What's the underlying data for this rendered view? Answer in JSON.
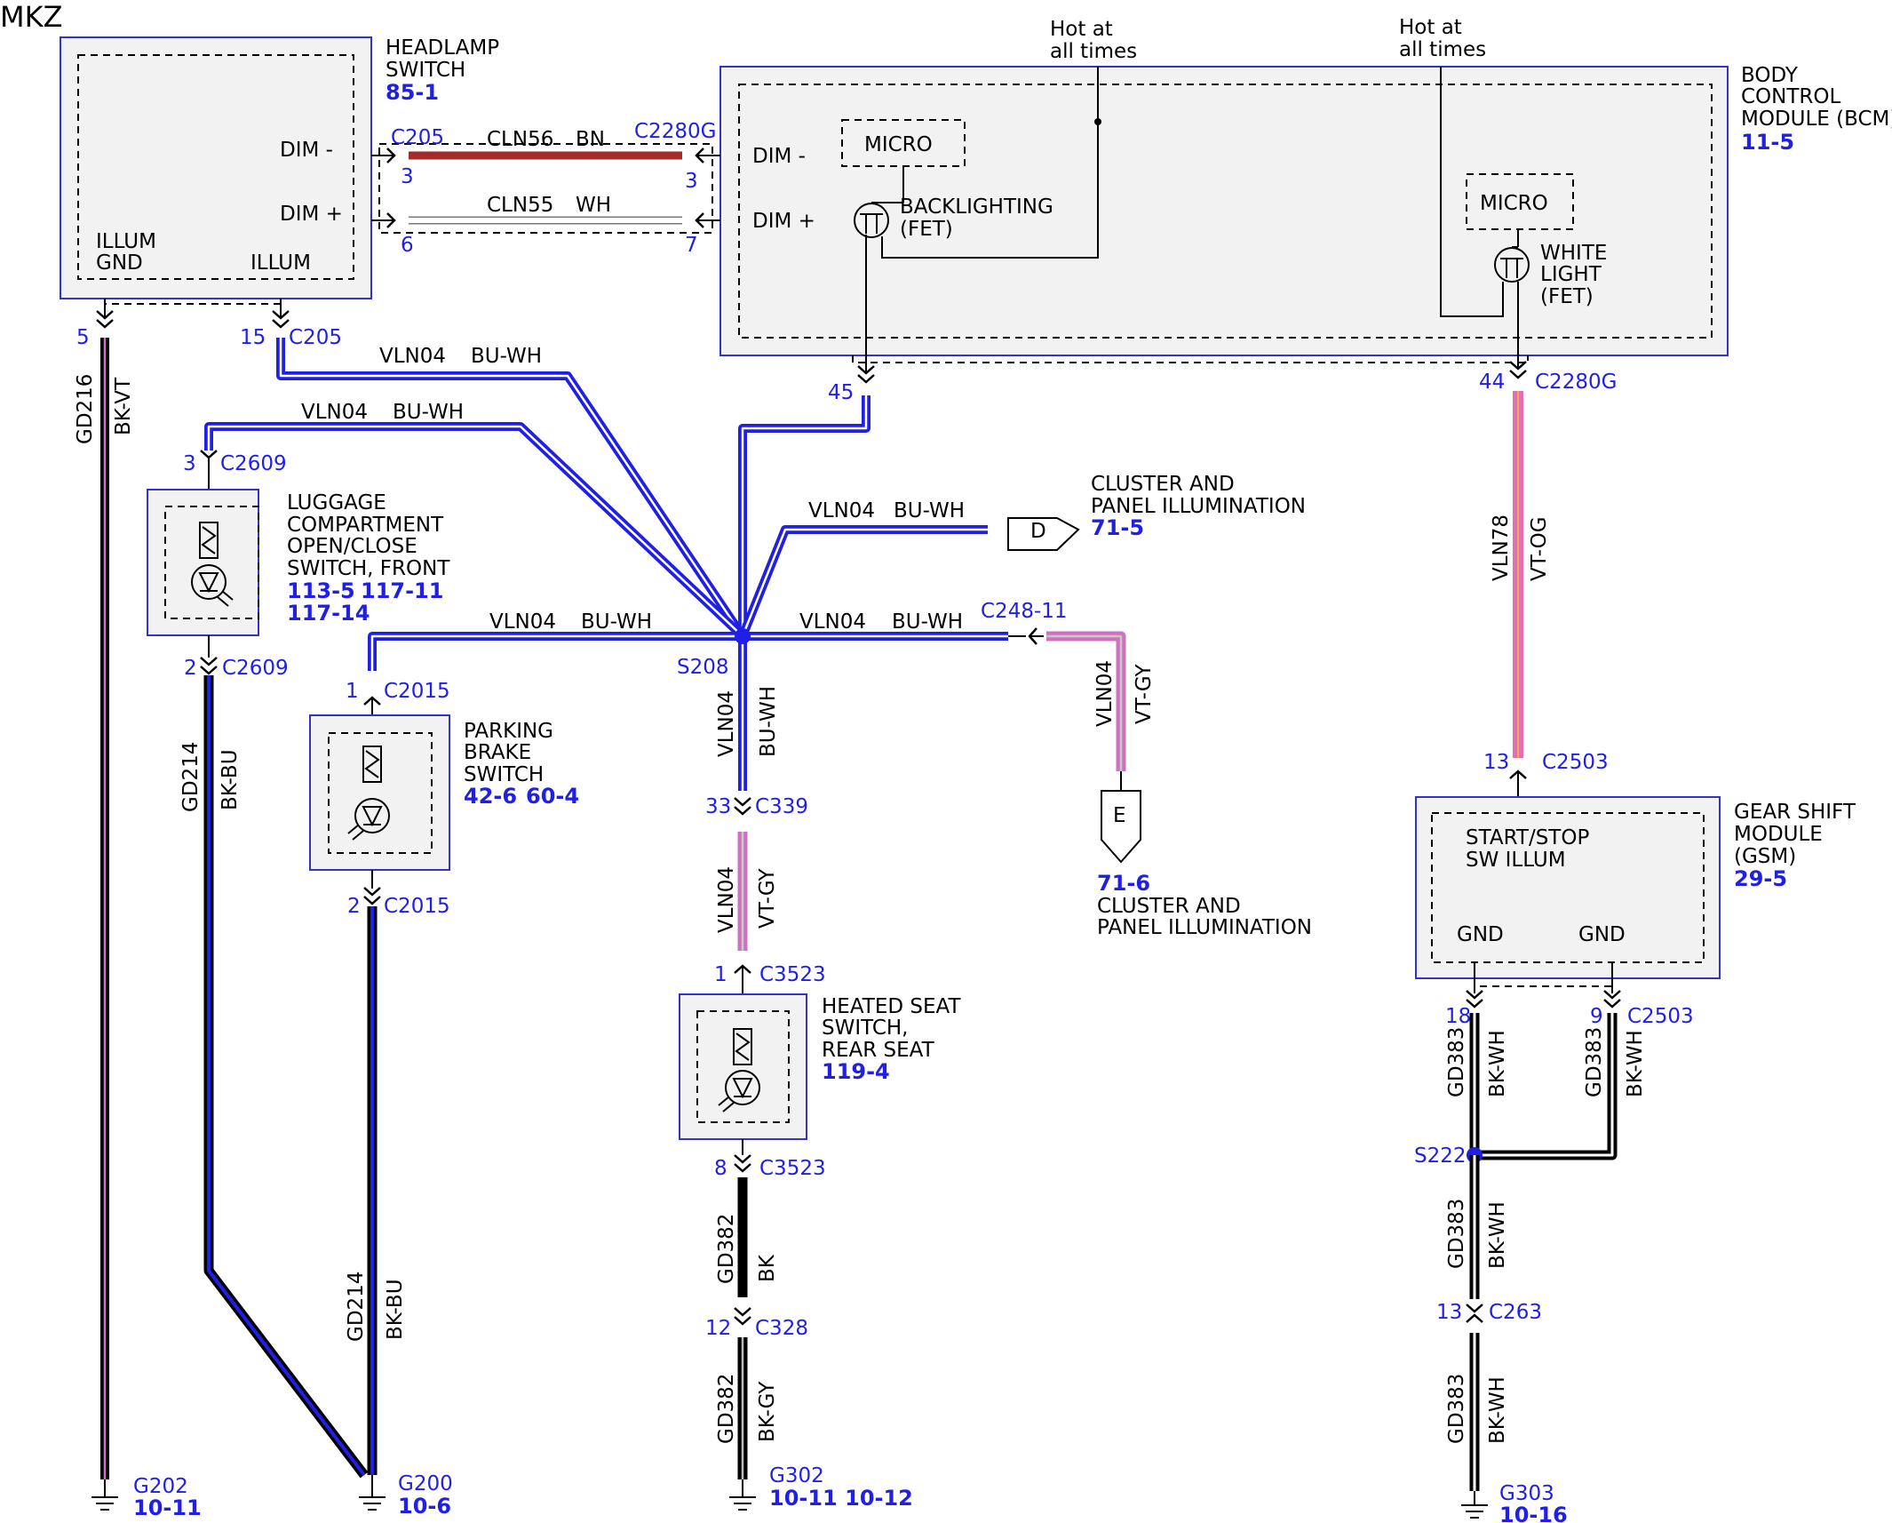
{
  "title": "MKZ",
  "colors": {
    "accent_blue": "#1f1fe6",
    "wire_brown": "#a52a2a",
    "wire_violet_gray": "#d070c0",
    "wire_violet_orange": "#e070b0",
    "box_fill": "#f2f2f2"
  },
  "hot_labels": {
    "line1": "Hot at",
    "line2": "all times"
  },
  "headlamp_switch": {
    "name_line1": "HEADLAMP",
    "name_line2": "SWITCH",
    "ref": "85-1",
    "dim_minus": "DIM -",
    "dim_plus": "DIM +",
    "illum_gnd_line1": "ILLUM",
    "illum_gnd_line2": "GND",
    "illum": "ILLUM"
  },
  "bcm": {
    "name_line1": "BODY",
    "name_line2": "CONTROL",
    "name_line3": "MODULE (BCM)",
    "ref": "11-5",
    "dim_minus": "DIM -",
    "dim_plus": "DIM +",
    "micro": "MICRO",
    "backlighting_line1": "BACKLIGHTING",
    "backlighting_line2": "(FET)",
    "white_light_line1": "WHITE",
    "white_light_line2": "LIGHT",
    "white_light_line3": "(FET)"
  },
  "wires": {
    "cln56": "CLN56",
    "bn": "BN",
    "cln55": "CLN55",
    "wh": "WH",
    "vln04": "VLN04",
    "bu_wh": "BU-WH",
    "vt_gy": "VT-GY",
    "vln78": "VLN78",
    "vt_og": "VT-OG",
    "gd216": "GD216",
    "bk_vt": "BK-VT",
    "gd214": "GD214",
    "bk_bu": "BK-BU",
    "gd382": "GD382",
    "bk": "BK",
    "bk_gy": "BK-GY",
    "gd383": "GD383",
    "bk_wh": "BK-WH"
  },
  "connectors": {
    "c205": "C205",
    "c2280g": "C2280G",
    "c2609": "C2609",
    "c2015": "C2015",
    "c339": "C339",
    "c3523": "C3523",
    "c328": "C328",
    "c248_11": "C248-11",
    "c2503": "C2503",
    "c263": "C263"
  },
  "pins": {
    "p3": "3",
    "p6": "6",
    "p7": "7",
    "p5": "5",
    "p15": "15",
    "p45": "45",
    "p44": "44",
    "p1": "1",
    "p2": "2",
    "p33": "33",
    "p8": "8",
    "p12": "12",
    "p13": "13",
    "p18": "18",
    "p9": "9"
  },
  "splices": {
    "s208": "S208",
    "s222": "S222"
  },
  "luggage_switch": {
    "line1": "LUGGAGE",
    "line2": "COMPARTMENT",
    "line3": "OPEN/CLOSE",
    "line4": "SWITCH, FRONT",
    "ref1": "113-5",
    "ref2": "117-11",
    "ref3": "117-14"
  },
  "parking_brake": {
    "line1": "PARKING",
    "line2": "BRAKE",
    "line3": "SWITCH",
    "ref1": "42-6",
    "ref2": "60-4"
  },
  "heated_seat": {
    "line1": "HEATED SEAT",
    "line2": "SWITCH,",
    "line3": "REAR SEAT",
    "ref": "119-4"
  },
  "cluster_d": {
    "letter": "D",
    "line1": "CLUSTER AND",
    "line2": "PANEL ILLUMINATION",
    "ref": "71-5"
  },
  "cluster_e": {
    "letter": "E",
    "ref": "71-6",
    "line1": "CLUSTER AND",
    "line2": "PANEL ILLUMINATION"
  },
  "gsm": {
    "name_line1": "GEAR SHIFT",
    "name_line2": "MODULE",
    "name_line3": "(GSM)",
    "ref": "29-5",
    "start_stop_line1": "START/STOP",
    "start_stop_line2": "SW ILLUM",
    "gnd1": "GND",
    "gnd2": "GND"
  },
  "grounds": {
    "g202": "G202",
    "g202_ref": "10-11",
    "g200": "G200",
    "g200_ref": "10-6",
    "g302": "G302",
    "g302_ref": "10-11 10-12",
    "g303": "G303",
    "g303_ref": "10-16"
  }
}
